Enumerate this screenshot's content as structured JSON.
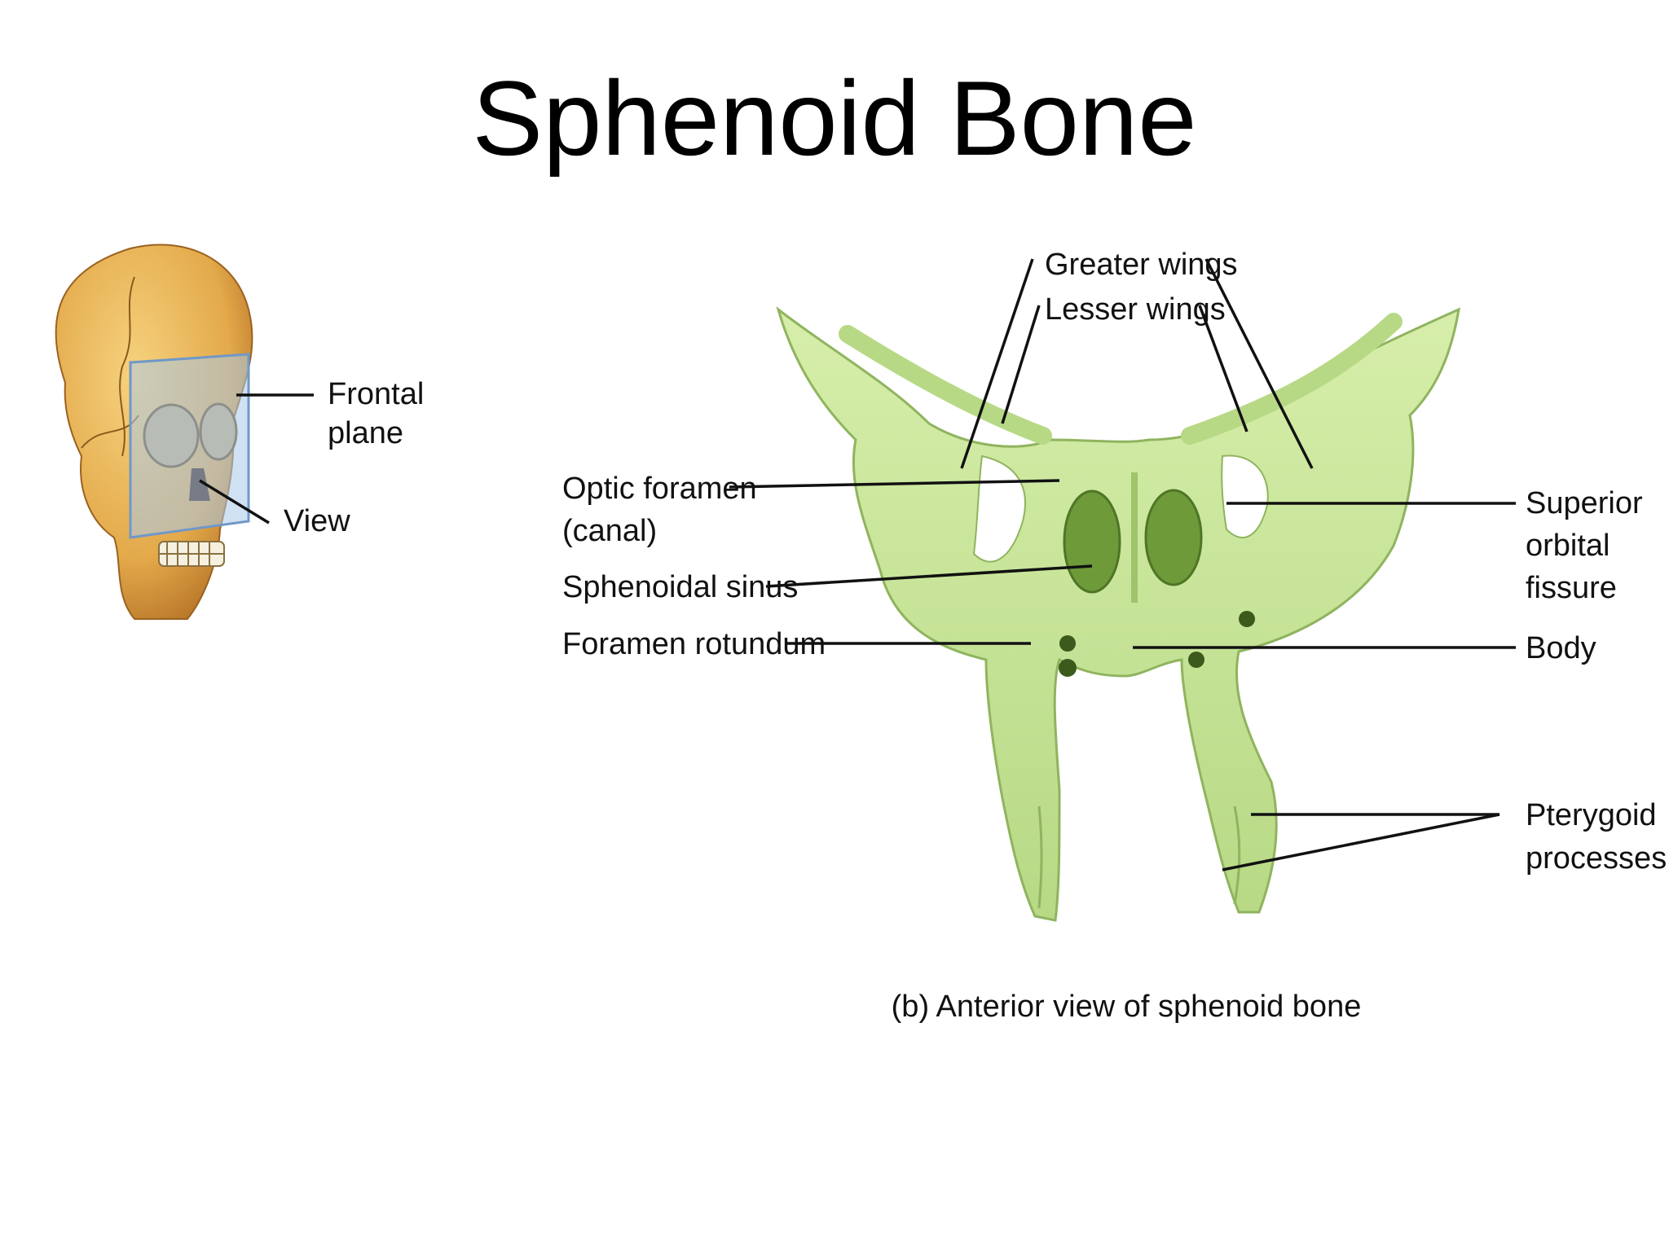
{
  "slide": {
    "title": "Sphenoid Bone"
  },
  "orientation_inset": {
    "labels": {
      "frontal_plane_1": "Frontal",
      "frontal_plane_2": "plane",
      "view": "View"
    }
  },
  "diagram": {
    "labels": {
      "greater_wings": "Greater wings",
      "lesser_wings": "Lesser wings",
      "optic_foramen_1": "Optic foramen",
      "optic_foramen_2": "(canal)",
      "sphenoidal_sinus": "Sphenoidal sinus",
      "foramen_rotundum": "Foramen rotundum",
      "superior_orbital_1": "Superior",
      "superior_orbital_2": "orbital",
      "superior_orbital_3": "fissure",
      "body": "Body",
      "pterygoid_1": "Pterygoid",
      "pterygoid_2": "processes"
    },
    "caption": "(b) Anterior view of sphenoid bone",
    "colors": {
      "bone": "#c8e59a",
      "bone_shadow": "#9fc46c",
      "skull": "#e3a94a",
      "plane": "#a9c8ea"
    }
  }
}
